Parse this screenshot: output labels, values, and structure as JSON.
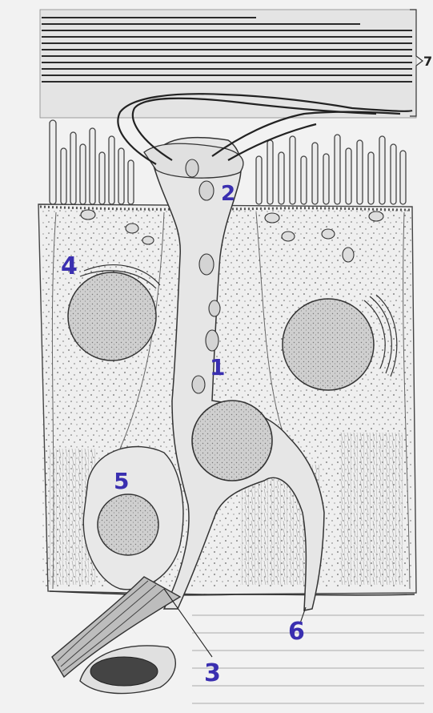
{
  "figure": {
    "labels": [
      {
        "id": "label-1",
        "text": "1"
      },
      {
        "id": "label-2",
        "text": "2"
      },
      {
        "id": "label-3",
        "text": "3"
      },
      {
        "id": "label-4",
        "text": "4"
      },
      {
        "id": "label-5",
        "text": "5"
      },
      {
        "id": "label-6",
        "text": "6"
      },
      {
        "id": "label-7",
        "text": "7"
      }
    ],
    "colors": {
      "paper": "#f2f2f2",
      "ink": "#3a3a3a",
      "dots": "#555555",
      "nucleus_fill": "#c9c9c9",
      "label_blue": "#3a2fb0",
      "label_black": "#222222"
    }
  }
}
